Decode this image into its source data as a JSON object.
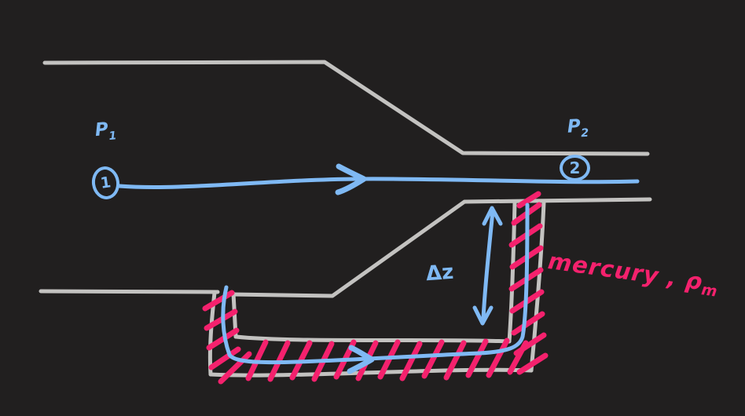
{
  "drawing": {
    "background_color": "#211f1f",
    "wall_color": "#c3c2c0",
    "flow_color": "#7fb9f4",
    "mercury_color": "#f4216d"
  },
  "labels": {
    "pressure_1": {
      "base": "P",
      "sub": "1"
    },
    "pressure_2": {
      "base": "P",
      "sub": "2"
    },
    "station_1": "1",
    "station_2": "2",
    "height_difference": "Δz",
    "mercury": {
      "base": "mercury , ρ",
      "sub": "m"
    }
  }
}
